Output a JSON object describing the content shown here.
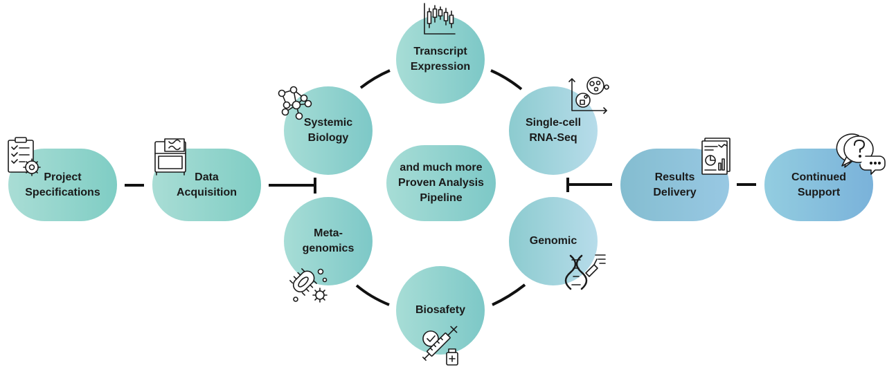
{
  "nodes": {
    "project_specifications": "Project\nSpecifications",
    "data_acquisition": "Data\nAcquisition",
    "transcript_expression": "Transcript\nExpression",
    "systemic_biology": "Systemic\nBiology",
    "single_cell": "Single-cell\nRNA-Seq",
    "center": "and much more\nProven Analysis\nPipeline",
    "metagenomics": "Meta-\ngenomics",
    "genomic": "Genomic",
    "biosafety": "Biosafety",
    "results_delivery": "Results\nDelivery",
    "continued_support": "Continued\nSupport"
  },
  "icons": {
    "project_specifications": "clipboard-gear-icon",
    "data_acquisition": "sequencer-icon",
    "transcript_expression": "candlestick-chart-icon",
    "systemic_biology": "network-icon",
    "single_cell": "cell-scatter-icon",
    "metagenomics": "bacteria-icon",
    "genomic": "dna-icon",
    "biosafety": "syringe-icon",
    "results_delivery": "report-icon",
    "continued_support": "question-bubble-icon"
  },
  "colors": {
    "teal_light": "#a9ddd5",
    "teal": "#7fcdc4",
    "blue_light": "#b7dcea",
    "blue": "#7ab2da",
    "line": "#111111"
  }
}
